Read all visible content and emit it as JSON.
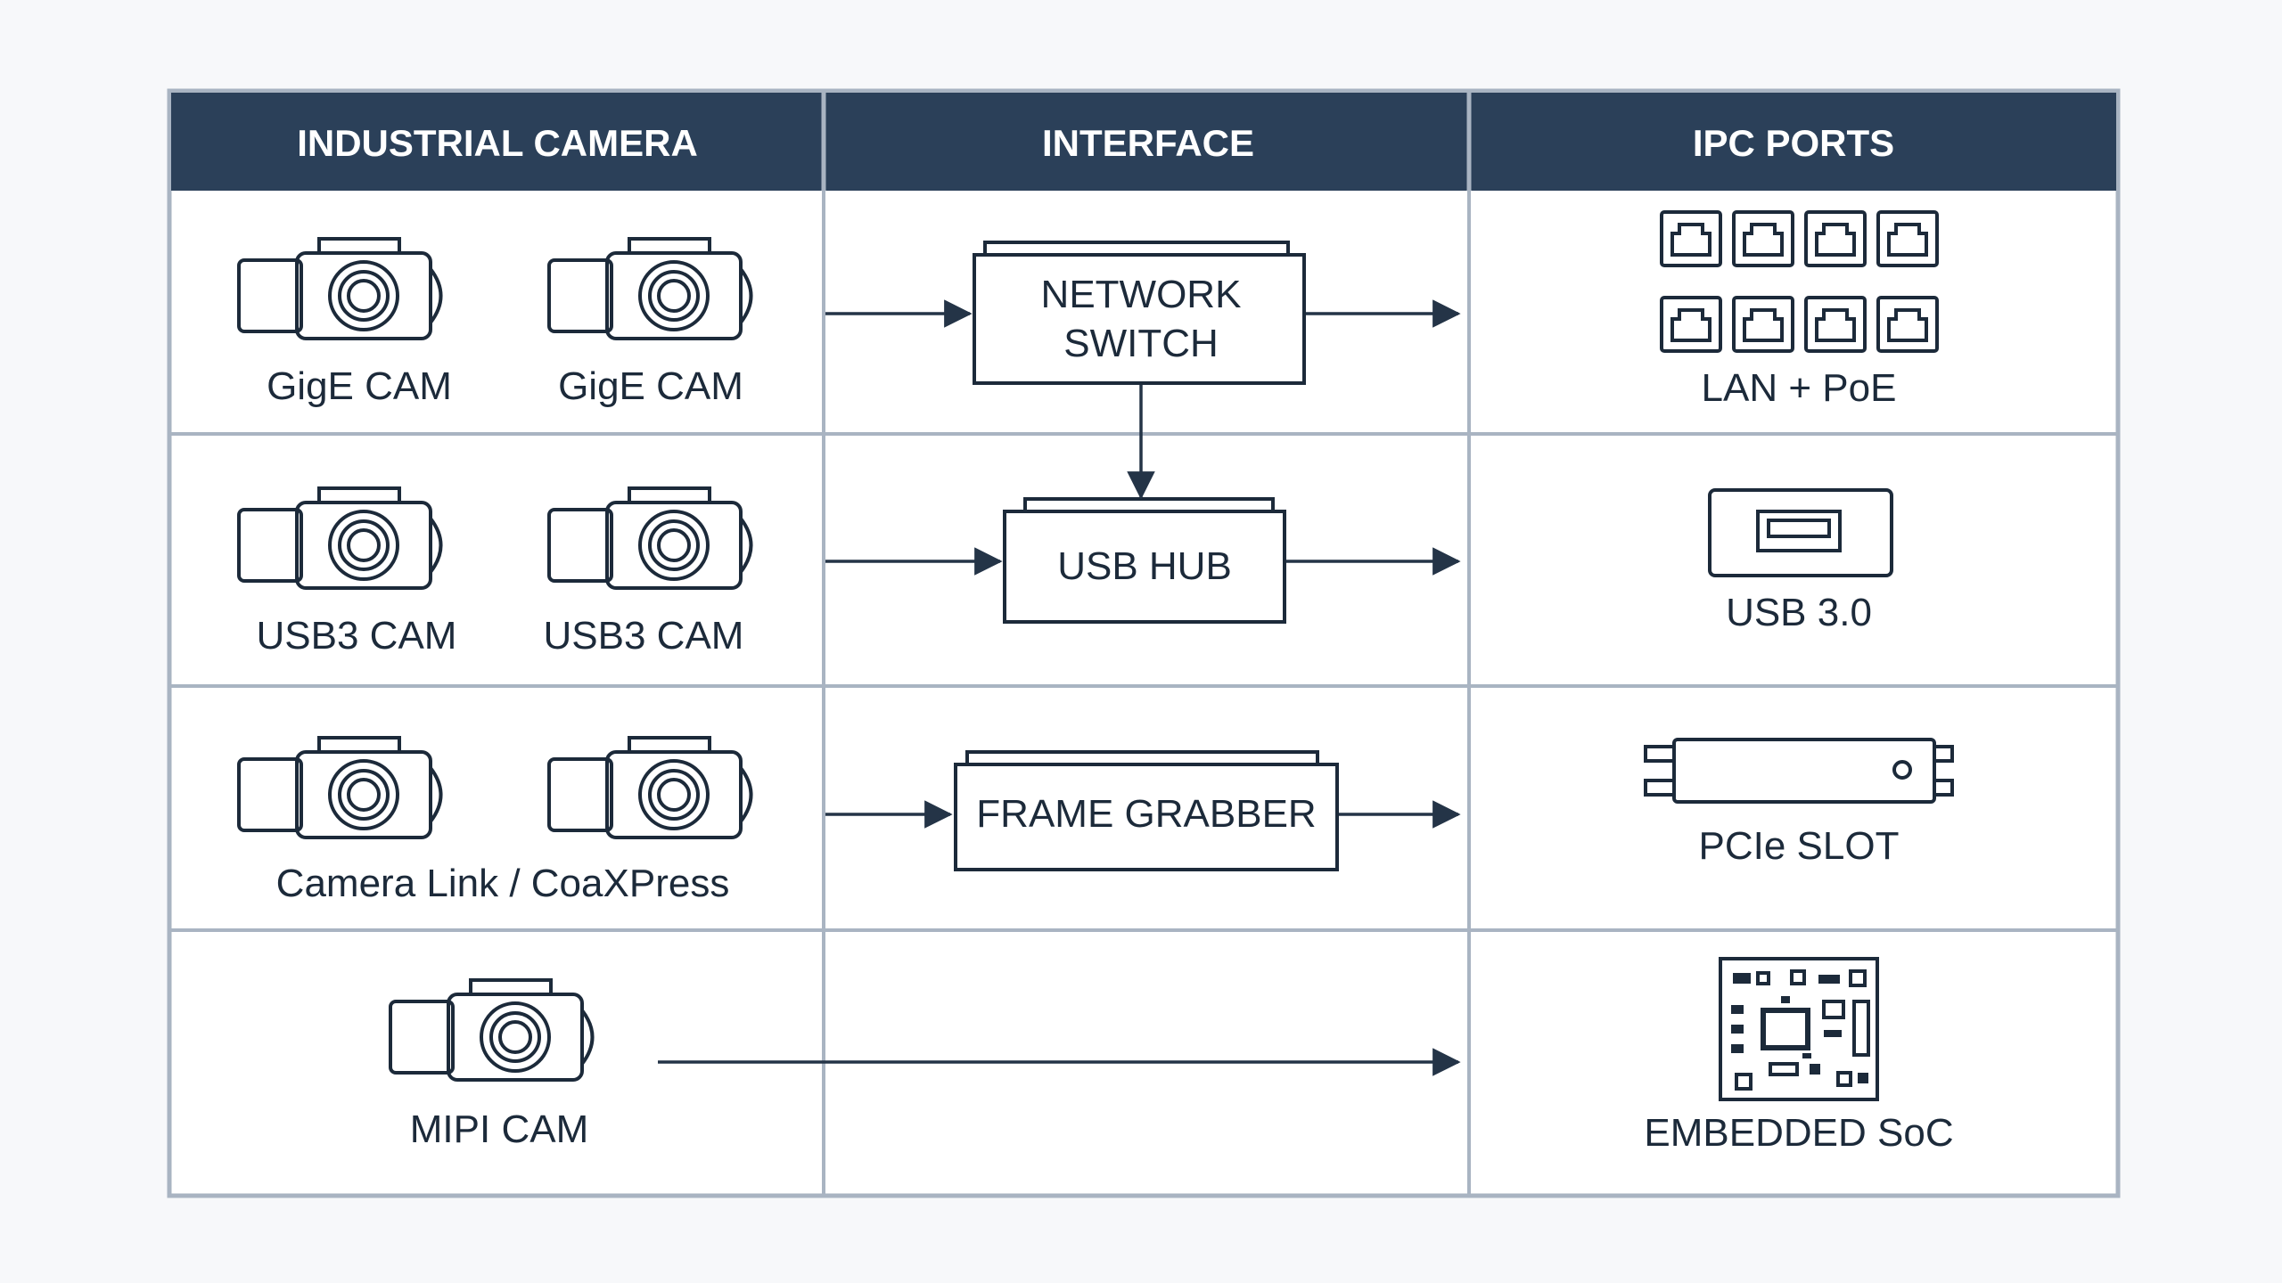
{
  "headers": {
    "camera": "INDUSTRIAL CAMERA",
    "interface": "INTERFACE",
    "ports": "IPC PORTS"
  },
  "rows": [
    {
      "cameras": [
        "GigE CAM",
        "GigE CAM"
      ],
      "interface": [
        "NETWORK",
        "SWITCH"
      ],
      "port": "LAN + PoE"
    },
    {
      "cameras": [
        "USB3 CAM",
        "USB3 CAM"
      ],
      "interface": [
        "USB HUB"
      ],
      "port": "USB 3.0"
    },
    {
      "camera_label": "Camera Link / CoaXPress",
      "interface": [
        "FRAME GRABBER"
      ],
      "port": "PCIe SLOT"
    },
    {
      "camera_label": "MIPI CAM",
      "port": "EMBEDDED SoC"
    }
  ],
  "colors": {
    "header_bg": "#2b4059",
    "grid": "#a9b4c2",
    "ink": "#1c2a3a"
  },
  "icons": [
    "camera-icon",
    "rj45-port-icon",
    "usb-port-icon",
    "pcie-slot-icon",
    "chip-board-icon",
    "arrow-right-icon",
    "arrow-down-icon"
  ]
}
